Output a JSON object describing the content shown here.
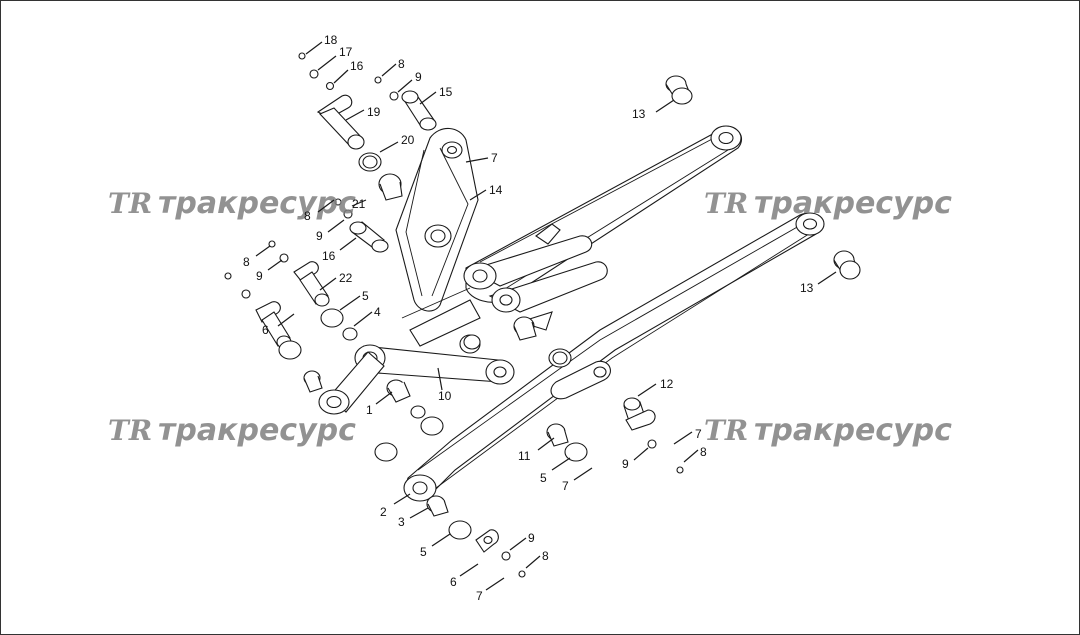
{
  "watermark": {
    "logo_text": "TR",
    "brand_text": "тракресурс",
    "color": "#7f7f7f"
  },
  "callouts": [
    {
      "id": "c18",
      "label": "18"
    },
    {
      "id": "c17",
      "label": "17"
    },
    {
      "id": "c16a",
      "label": "16"
    },
    {
      "id": "c8a",
      "label": "8"
    },
    {
      "id": "c9a",
      "label": "9"
    },
    {
      "id": "c15",
      "label": "15"
    },
    {
      "id": "c19",
      "label": "19"
    },
    {
      "id": "c20",
      "label": "20"
    },
    {
      "id": "c7a",
      "label": "7"
    },
    {
      "id": "c14",
      "label": "14"
    },
    {
      "id": "c13a",
      "label": "13"
    },
    {
      "id": "c8b",
      "label": "8"
    },
    {
      "id": "c21",
      "label": "21"
    },
    {
      "id": "c9b",
      "label": "9"
    },
    {
      "id": "c16b",
      "label": "16"
    },
    {
      "id": "c8c",
      "label": "8"
    },
    {
      "id": "c9c",
      "label": "9"
    },
    {
      "id": "c22",
      "label": "22"
    },
    {
      "id": "c5a",
      "label": "5"
    },
    {
      "id": "c4",
      "label": "4"
    },
    {
      "id": "c6a",
      "label": "6"
    },
    {
      "id": "c10",
      "label": "10"
    },
    {
      "id": "c1",
      "label": "1"
    },
    {
      "id": "c13b",
      "label": "13"
    },
    {
      "id": "c12",
      "label": "12"
    },
    {
      "id": "c7b",
      "label": "7"
    },
    {
      "id": "c9d",
      "label": "9"
    },
    {
      "id": "c8d",
      "label": "8"
    },
    {
      "id": "c11",
      "label": "11"
    },
    {
      "id": "c5b",
      "label": "5"
    },
    {
      "id": "c7c",
      "label": "7"
    },
    {
      "id": "c2",
      "label": "2"
    },
    {
      "id": "c3",
      "label": "3"
    },
    {
      "id": "c5c",
      "label": "5"
    },
    {
      "id": "c9e",
      "label": "9"
    },
    {
      "id": "c8e",
      "label": "8"
    },
    {
      "id": "c6b",
      "label": "6"
    },
    {
      "id": "c7d",
      "label": "7"
    }
  ]
}
